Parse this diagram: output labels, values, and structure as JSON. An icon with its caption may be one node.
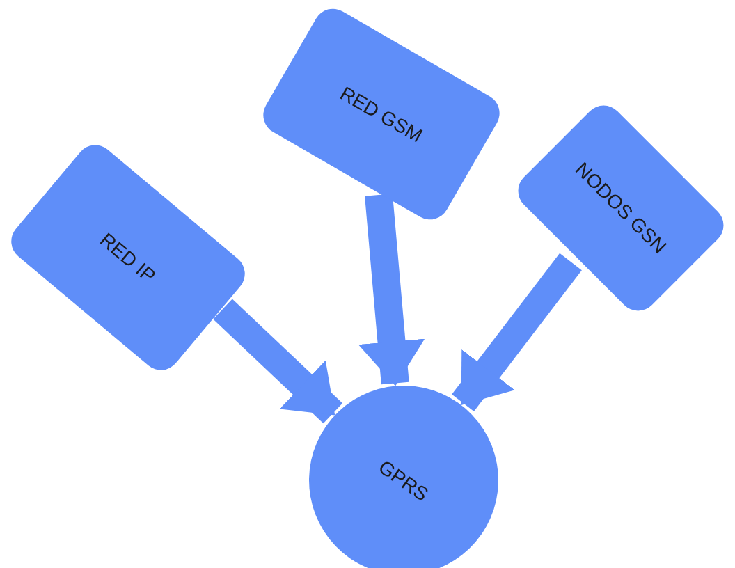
{
  "diagram": {
    "nodes": [
      {
        "text": [
          "RED IP"
        ]
      },
      {
        "text": [
          "RED GSM"
        ]
      },
      {
        "text": [
          "NODOS GSN"
        ]
      },
      {
        "text": [
          "GPRS"
        ]
      }
    ],
    "edges": [
      {
        "from": 0,
        "to": 3,
        "arrow": "to"
      },
      {
        "from": 1,
        "to": 3,
        "arrow": "to"
      },
      {
        "from": 2,
        "to": 3,
        "arrow": "to"
      }
    ]
  }
}
